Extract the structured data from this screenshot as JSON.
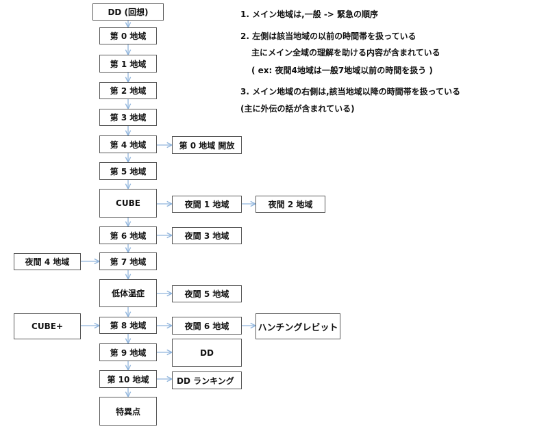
{
  "colors": {
    "arrow": "#8fb4dc",
    "border": "#555555",
    "text": "#111111"
  },
  "nodes": {
    "dd_recall": "DD (回想)",
    "area0": "第 0 地域",
    "area1": "第 1 地域",
    "area2": "第 2 地域",
    "area3": "第 3 地域",
    "area4": "第 4 地域",
    "area0_open": "第 0 地域 開放",
    "area5": "第 5 地域",
    "cube": "CUBE",
    "night1": "夜間 1 地域",
    "night2": "夜間 2 地域",
    "area6": "第 6 地域",
    "night3": "夜間 3 地域",
    "night4": "夜間 4 地域",
    "area7": "第 7 地域",
    "hypothermia": "低体温症",
    "night5": "夜間 5 地域",
    "cube_plus": "CUBE+",
    "area8": "第 8 地域",
    "night6": "夜間 6 地域",
    "hunting_rabbit": "ハンチングレビット",
    "area9": "第 9 地域",
    "dd": "DD",
    "area10": "第 10 地域",
    "dd_ranking": "DD ランキング",
    "singularity": "特異点"
  },
  "notes": {
    "n1": "1. メイン地域は,一般 -> 緊急の順序",
    "n2a": "2. 左側は該当地域の以前の時間帯を扱っている",
    "n2b": "主にメイン全域の理解を助ける内容が含まれている",
    "n2c": "( ex: 夜間4地域は一般7地域以前の時間を扱う )",
    "n3a": "3. メイン地域の右側は,該当地域以降の時間帯を扱っている",
    "n3b": "(主に外伝の話が含まれている)"
  }
}
